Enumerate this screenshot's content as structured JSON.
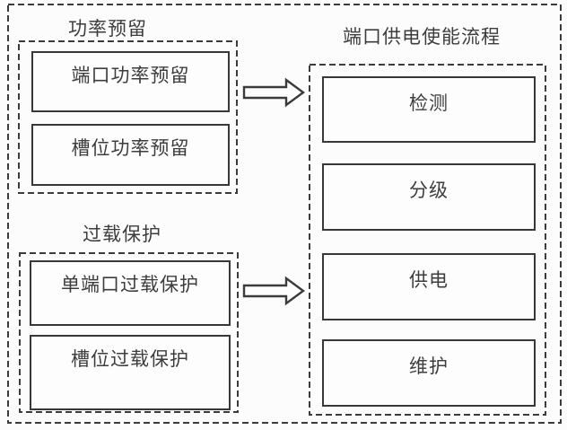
{
  "diagram": {
    "background": "#fcfcfc",
    "line_color": "#3b3b3b",
    "text_color": "#3d3d3d",
    "groups": [
      {
        "title": "功率预留",
        "nodes": [
          "端口功率预留",
          "槽位功率预留"
        ]
      },
      {
        "title": "过载保护",
        "nodes": [
          "单端口过载保护",
          "槽位过载保护"
        ]
      },
      {
        "title": "端口供电使能流程",
        "nodes": [
          "检测",
          "分级",
          "供电",
          "维护"
        ]
      }
    ],
    "arrows": [
      {
        "name": "power-reservation-to-flow",
        "direction": "right"
      },
      {
        "name": "overload-protection-to-flow",
        "direction": "right"
      }
    ]
  }
}
